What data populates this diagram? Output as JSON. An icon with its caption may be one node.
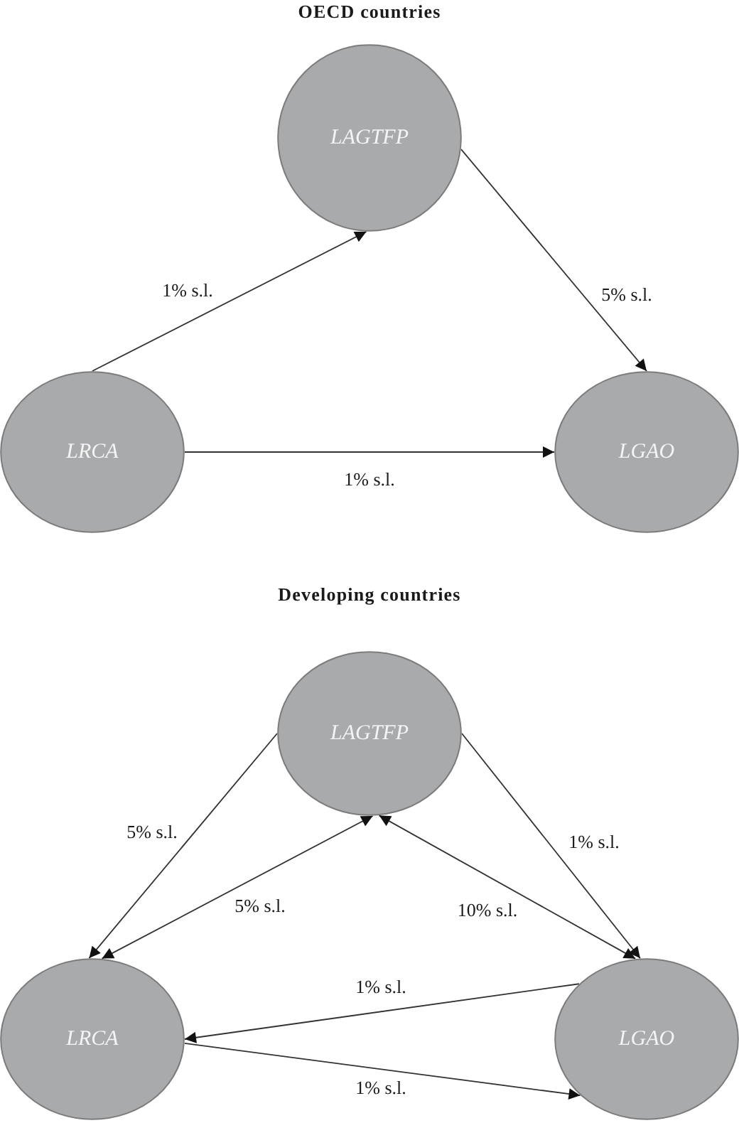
{
  "diagram": {
    "nodes": [
      {
        "text": [
          "LAGTFP"
        ]
      },
      {
        "text": [
          "LRCA"
        ]
      },
      {
        "text": [
          "LGAO"
        ]
      },
      {
        "text": [
          "LAGTFP"
        ]
      },
      {
        "text": [
          "LRCA"
        ]
      },
      {
        "text": [
          "LGAO"
        ]
      }
    ],
    "edges": [
      {
        "from": 1,
        "to": 0,
        "arrow": "to",
        "label": "1% s.l."
      },
      {
        "from": 0,
        "to": 2,
        "arrow": "to",
        "label": "5% s.l."
      },
      {
        "from": 1,
        "to": 2,
        "arrow": "to",
        "label": "1% s.l."
      },
      {
        "from": 3,
        "to": 4,
        "arrow": "to",
        "label": "5% s.l."
      },
      {
        "from": 4,
        "to": 3,
        "arrow": "both",
        "label": "5% s.l."
      },
      {
        "from": 3,
        "to": 5,
        "arrow": "to",
        "label": "1% s.l."
      },
      {
        "from": 5,
        "to": 3,
        "arrow": "both",
        "label": "10% s.l."
      },
      {
        "from": 5,
        "to": 4,
        "arrow": "to",
        "label": "1% s.l."
      },
      {
        "from": 4,
        "to": 5,
        "arrow": "to",
        "label": "1% s.l."
      }
    ],
    "labels": [
      "OECD countries",
      "Developing countries"
    ]
  }
}
